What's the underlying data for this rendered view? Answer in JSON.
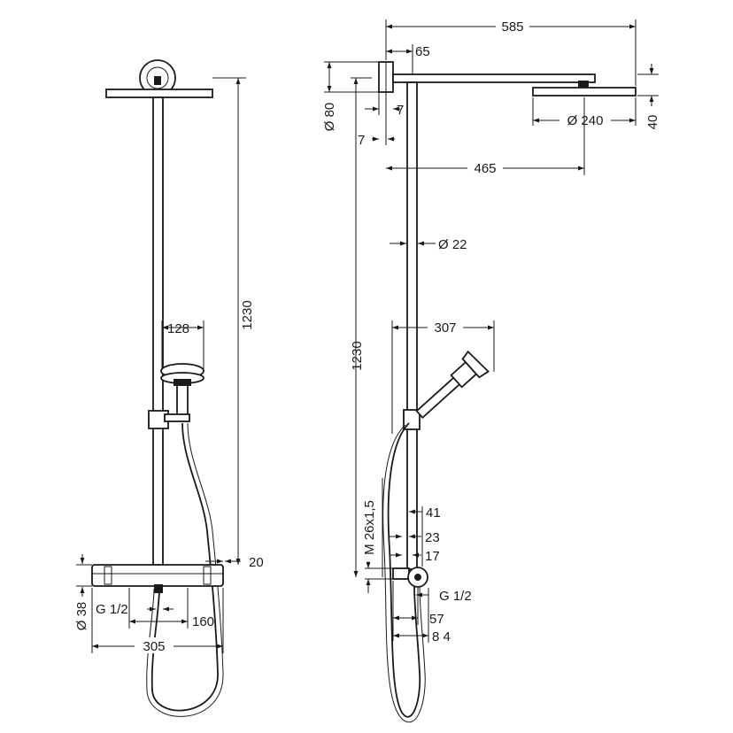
{
  "drawing": {
    "front_view": {
      "overall_height": "1230",
      "hand_shower_diameter": "128",
      "wall_offset": "20",
      "thermostat_diameter": "Ø 38",
      "inlet_thread": "G 1/2",
      "inlet_spacing": "160",
      "thermostat_width": "305"
    },
    "side_view": {
      "arm_projection": "585",
      "bracket_width": "65",
      "bracket_diameter": "Ø 80",
      "bracket_dim_a": "7",
      "bracket_dim_b": "7",
      "head_shower_diameter": "Ø 240",
      "head_shower_height": "40",
      "arm_length": "465",
      "pipe_diameter": "Ø 22",
      "overall_height": "1230",
      "hand_shower_reach": "307",
      "connection_thread": "M 26x1,5",
      "dim_41": "41",
      "dim_23": "23",
      "dim_17": "17",
      "inlet_thread": "G 1/2",
      "dim_57": "57",
      "dim_84": "8 4"
    }
  }
}
